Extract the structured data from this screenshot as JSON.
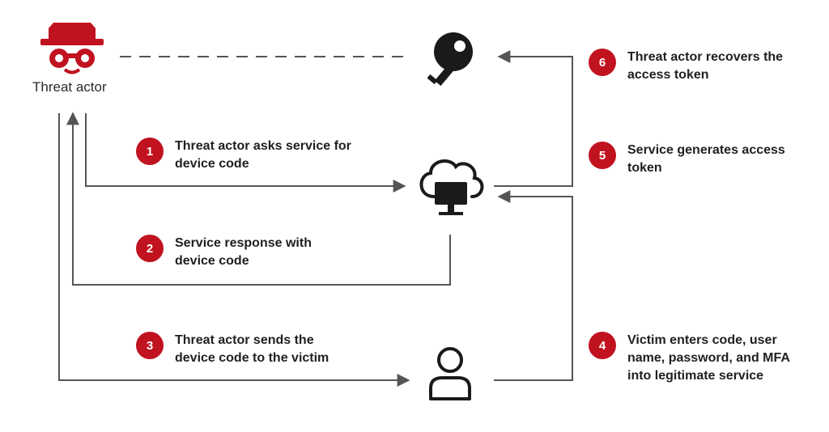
{
  "actor": {
    "label": "Threat actor"
  },
  "steps": [
    {
      "num": "1",
      "text": "Threat actor asks service for device code"
    },
    {
      "num": "2",
      "text": "Service response with device code"
    },
    {
      "num": "3",
      "text": "Threat actor sends the device code to the victim"
    },
    {
      "num": "4",
      "text": "Victim enters code, user name, password, and MFA into legitimate service"
    },
    {
      "num": "5",
      "text": "Service generates access token"
    },
    {
      "num": "6",
      "text": "Threat actor recovers the access token"
    }
  ],
  "colors": {
    "accent": "#c1121f",
    "line": "#555555",
    "icon": "#1a1a1a"
  },
  "icons": [
    "threat-actor-icon",
    "key-icon",
    "cloud-service-icon",
    "user-icon"
  ]
}
